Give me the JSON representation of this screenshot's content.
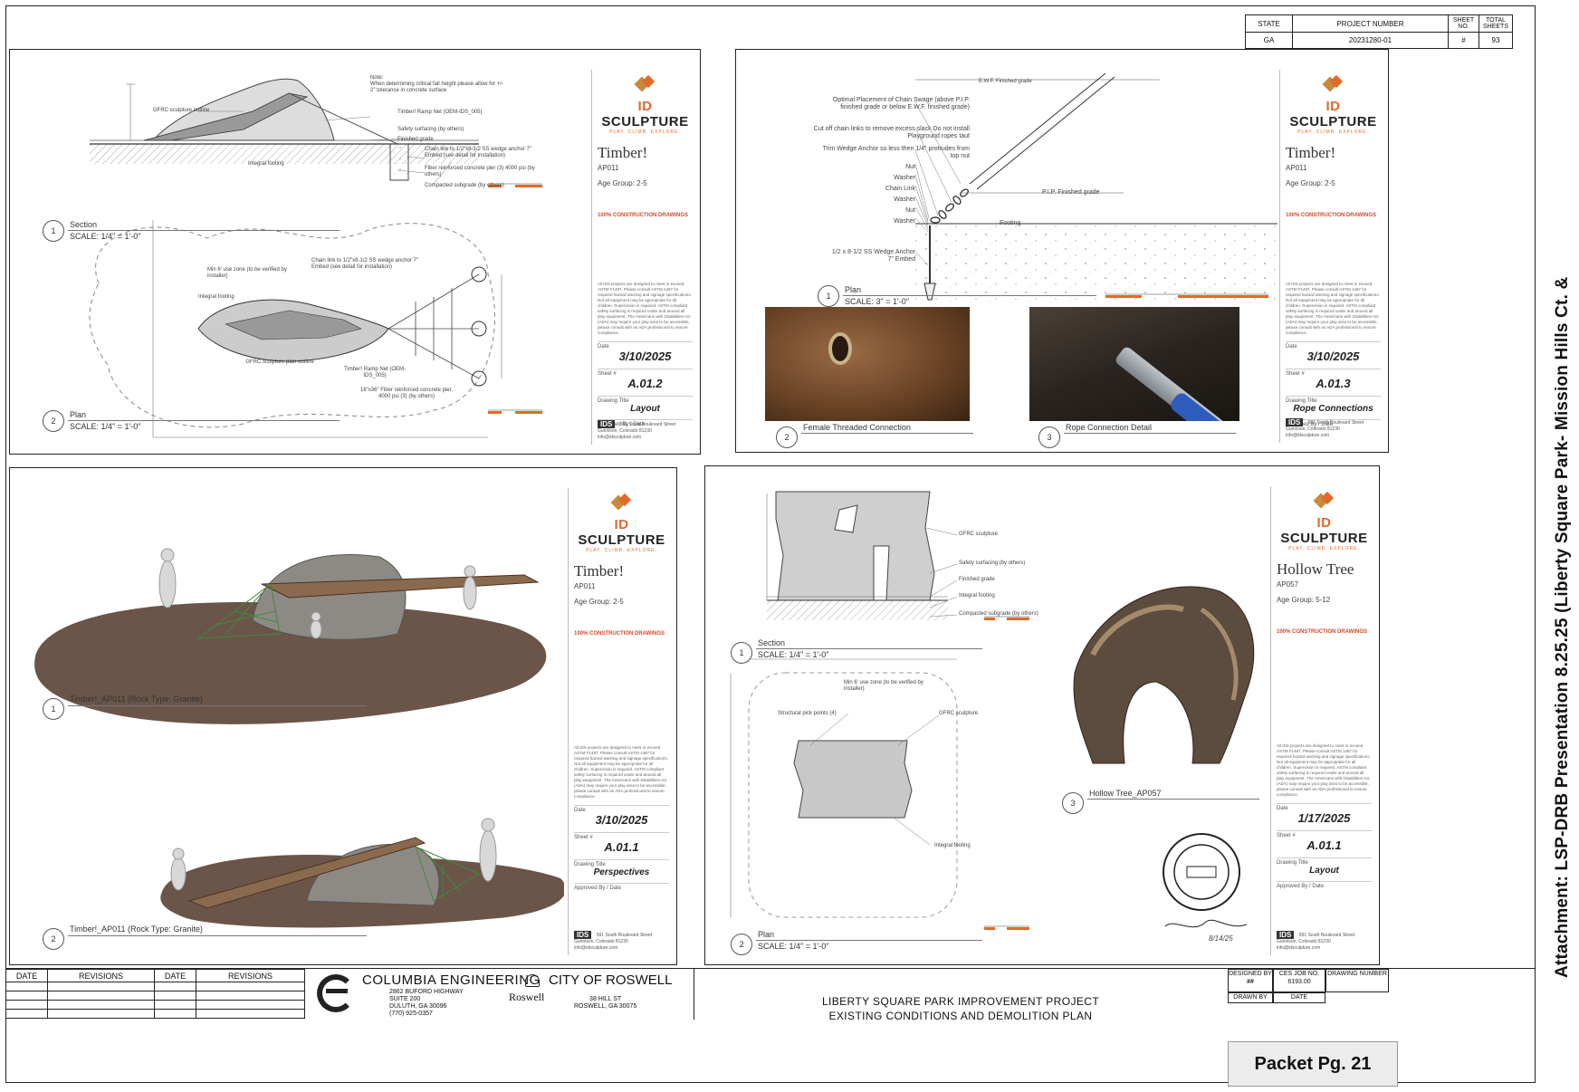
{
  "header": {
    "cols": [
      "STATE",
      "PROJECT NUMBER",
      "SHEET NO.",
      "TOTAL SHEETS"
    ],
    "vals": [
      "GA",
      "20231280-01",
      "#",
      "93"
    ]
  },
  "common": {
    "logo_id": "ID",
    "logo_sculpture": "SCULPTURE",
    "tagline": "PLAY. CLIMB. EXPLORE.",
    "cd_label": "100% CONSTRUCTION DRAWINGS",
    "fine_print": "All IDS projects are designed to meet or exceed ASTM F1487. Please consult ASTM 1487 for required hazard warning and signage specifications. Not all equipment may be appropriate for all children. Supervision is required. ASTM compliant safety surfacing is required under and around all play equipment. The Americans with Disabilities Act (ADA) may require your play area to be accessible, please consult with an ADA professional to ensure compliance.",
    "date_label": "Date",
    "sheet_label": "Sheet #",
    "title_label": "Drawing Title",
    "approved_label": "Approved By / Date",
    "ids_badge": "IDS",
    "address1": "591 South Boulevard Street",
    "address2": "Gunnison, Colorado 81230",
    "email": "info@idsculpture.com"
  },
  "panel1": {
    "product": "Timber!",
    "code": "AP011",
    "age": "Age Group: 2-5",
    "date": "3/10/2025",
    "sheet": "A.01.2",
    "drawing_title": "Layout",
    "v1_num": "1",
    "v1_cap": "Section",
    "v1_scale": "SCALE: 1/4\"  =  1'-0\"",
    "v2_num": "2",
    "v2_cap": "Plan",
    "v2_scale": "SCALE: 1/4\"  =  1'-0\"",
    "notes": {
      "note": "Note:",
      "note_body": "When determining critical fall height please allow for +/- 2\" tolerance in concrete surface",
      "gfrc_outline": "GFRC sculpture outline",
      "ramp_net": "Timber! Ramp Net (OEM-IDS_005)",
      "safety": "Safety surfacing (by others)",
      "finished": "Finished grade",
      "chain": "Chain link to 1/2\"x8-1/2 SS wedge anchor 7\" Embed (see detail for installation)",
      "integral": "Integral footing",
      "fiber": "Fiber reinforced concrete pier (3) 4000 psi (by others)",
      "compacted": "Compacted subgrade (by others)",
      "use_zone": "Min 6' use zone (to be verified by installer)",
      "integral2": "Integral footing",
      "chain2": "Chain link to 1/2\"x8-1/2 SS wedge anchor 7\" Embed (see detail for installation)",
      "gfrc_plan": "GFRC sculpture plan outline",
      "ramp_net2": "Timber! Ramp Net (OEM-IDS_005)",
      "pier": "16\"x36\" Fiber reinforced concrete pier, 4000 psi (3) (by others)"
    }
  },
  "panel2": {
    "product": "Timber!",
    "code": "AP011",
    "age": "Age Group: 2-5",
    "date": "3/10/2025",
    "sheet": "A.01.3",
    "drawing_title": "Rope Connections",
    "v1_num": "1",
    "v1_cap": "Plan",
    "v1_scale": "SCALE: 3\"     =  1'-0\"",
    "v2_num": "2",
    "v2_cap": "Female Threaded Connection",
    "v3_num": "3",
    "v3_cap": "Rope Connection Detail",
    "notes": {
      "ewf": "E.W.F. Finished grade",
      "optimal": "Optimal Placement of Chain Swage (above P.I.P. finished grade or below E.W.F. finished grade)",
      "cut": "Cut off chain links to remove excess slack Do not install Playground ropes taut",
      "trim": "Trim Wedge Anchor so less then 1/4\" protrudes from top nut",
      "nut1": "Nut",
      "washer1": "Washer",
      "chainlink": "Chain Link",
      "washer2": "Washer",
      "nut2": "Nut",
      "washer3": "Washer",
      "pip": "P.I.P. Finished grade",
      "footing": "Footing",
      "anchor": "1/2 x 8-1/2 SS Wedge Anchor 7\" Embed"
    }
  },
  "panel3": {
    "product": "Timber!",
    "code": "AP011",
    "age": "Age Group: 2-5",
    "date": "3/10/2025",
    "sheet": "A.01.1",
    "drawing_title": "Perspectives",
    "v1_num": "1",
    "v1_cap": "Timber!_AP011 (Rock Type: Granite)",
    "v2_num": "2",
    "v2_cap": "Timber!_AP011 (Rock Type: Granite)"
  },
  "panel4": {
    "product": "Hollow Tree",
    "code": "AP057",
    "age": "Age Group: 5-12",
    "date": "1/17/2025",
    "sheet": "A.01.1",
    "drawing_title": "Layout",
    "v1_num": "1",
    "v1_cap": "Section",
    "v1_scale": "SCALE: 1/4\"  =  1'-0\"",
    "v2_num": "2",
    "v2_cap": "Plan",
    "v2_scale": "SCALE: 1/4\"  =  1'-0\"",
    "v3_num": "3",
    "v3_cap": "Hollow Tree_AP057",
    "notes": {
      "gfrc": "GFRC sculpture",
      "safety": "Safety surfacing (by others)",
      "finished": "Finished grade",
      "integral": "Integral footing",
      "compacted": "Compacted subgrade (by others)",
      "use_zone": "Min 6' use zone (to be verified by installer)",
      "pick": "Structural pick points (4)",
      "gfrc2": "GFRC sculpture",
      "integral2": "Integral footing"
    },
    "seal_date": "8/14/25"
  },
  "bottom": {
    "rev_headers": [
      "DATE",
      "REVISIONS",
      "DATE",
      "REVISIONS"
    ],
    "firm_name": "COLUMBIA ENGINEERING",
    "firm_addr1": "2862 BUFORD HIGHWAY",
    "firm_addr2": "SUITE 200",
    "firm_addr3": "DULUTH, GA 30096",
    "firm_phone": "(770) 925-0357",
    "city_name": "CITY OF ROSWELL",
    "city_logo": "Roswell",
    "city_addr1": "38 HILL ST",
    "city_addr2": "ROSWELL, GA 30075",
    "project_title1": "LIBERTY SQUARE PARK IMPROVEMENT PROJECT",
    "project_title2": "EXISTING CONDITIONS AND DEMOLITION PLAN",
    "designed_by": "DESIGNED BY",
    "designed_val": "##",
    "ces_job": "CES JOB NO.",
    "ces_val": "6193.00",
    "drawing_number": "DRAWING NUMBER",
    "drawn_by": "DRAWN BY",
    "date_lbl": "DATE"
  },
  "packet": "Packet Pg. 21",
  "side_attachment": "Attachment: LSP-DRB Presentation 8.25.25  (Liberty Square Park- Mission Hills Ct. &"
}
